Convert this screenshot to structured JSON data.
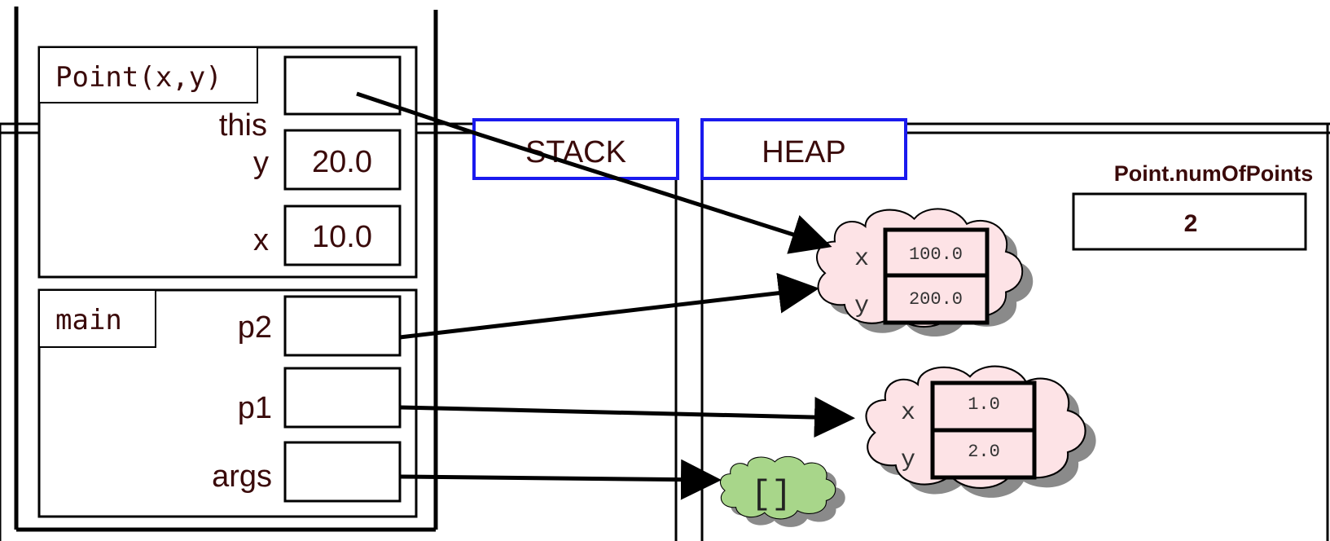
{
  "regions": {
    "stack_label": "STACK",
    "heap_label": "HEAP"
  },
  "frames": {
    "point_frame": {
      "title": "Point(x,y)",
      "vars": [
        {
          "name": "this",
          "value": ""
        },
        {
          "name": "y",
          "value": "20.0"
        },
        {
          "name": "x",
          "value": "10.0"
        }
      ]
    },
    "main_frame": {
      "title": "main",
      "vars": [
        {
          "name": "p2",
          "value": ""
        },
        {
          "name": "p1",
          "value": ""
        },
        {
          "name": "args",
          "value": ""
        }
      ]
    }
  },
  "heap_objects": [
    {
      "fields": [
        {
          "name": "x",
          "value": "100.0"
        },
        {
          "name": "y",
          "value": "200.0"
        }
      ]
    },
    {
      "fields": [
        {
          "name": "x",
          "value": "1.0"
        },
        {
          "name": "y",
          "value": "2.0"
        }
      ]
    }
  ],
  "args_array": {
    "label": "[]"
  },
  "static_field": {
    "name": "Point.numOfPoints",
    "value": "2"
  },
  "colors": {
    "label_border": "#1a1aee",
    "cloud_pink": "#fde3e6",
    "cloud_green": "#a8d68a",
    "cloud_shadow": "#8a8a8a",
    "line": "#000000"
  }
}
